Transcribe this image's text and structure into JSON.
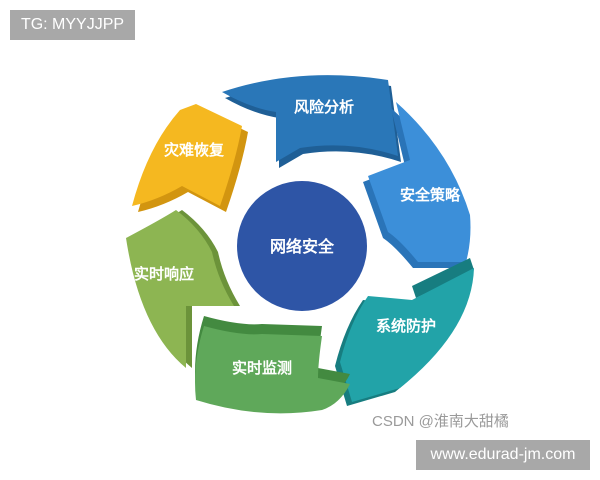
{
  "watermarks": {
    "top": "TG: MYYJJPP",
    "bottom": "www.edurad-jm.com",
    "credit": "CSDN @淮南大甜橘"
  },
  "diagram": {
    "center": {
      "label": "网络安全",
      "color": "#2e55a6"
    },
    "segments": [
      {
        "label": "风险分析",
        "color": "#2a77b8",
        "shade": "#1f5f96",
        "icon": "arrow-segment"
      },
      {
        "label": "安全策略",
        "color": "#3c8fd9",
        "shade": "#2a74b8",
        "icon": "arrow-segment"
      },
      {
        "label": "系统防护",
        "color": "#22a3a8",
        "shade": "#177d80",
        "icon": "arrow-segment"
      },
      {
        "label": "实时监测",
        "color": "#5fa85a",
        "shade": "#438a40",
        "icon": "arrow-segment"
      },
      {
        "label": "实时响应",
        "color": "#8db552",
        "shade": "#6c933a",
        "icon": "arrow-segment"
      },
      {
        "label": "灾难恢复",
        "color": "#f5b820",
        "shade": "#d29510",
        "icon": "arrow-segment"
      }
    ]
  }
}
